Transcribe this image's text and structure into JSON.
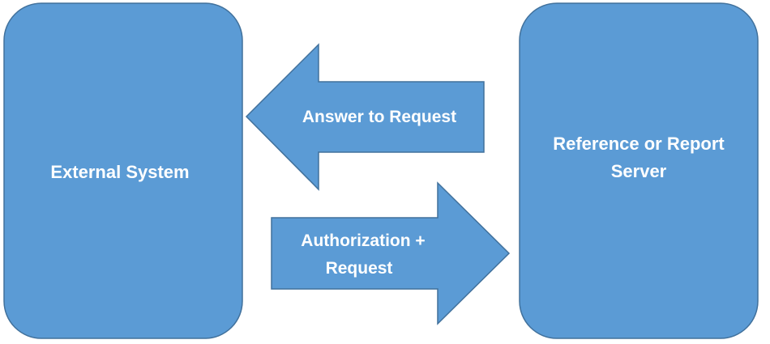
{
  "colors": {
    "fill": "#5b9bd5",
    "stroke": "#41719c",
    "text": "#ffffff",
    "background": "#ffffff"
  },
  "nodes": {
    "external_system": {
      "label": "External System"
    },
    "server": {
      "line1": "Reference or Report",
      "line2": "Server"
    }
  },
  "arrows": {
    "answer": {
      "label": "Answer to Request",
      "direction": "left"
    },
    "request": {
      "line1": "Authorization +",
      "line2": "Request",
      "direction": "right"
    }
  }
}
